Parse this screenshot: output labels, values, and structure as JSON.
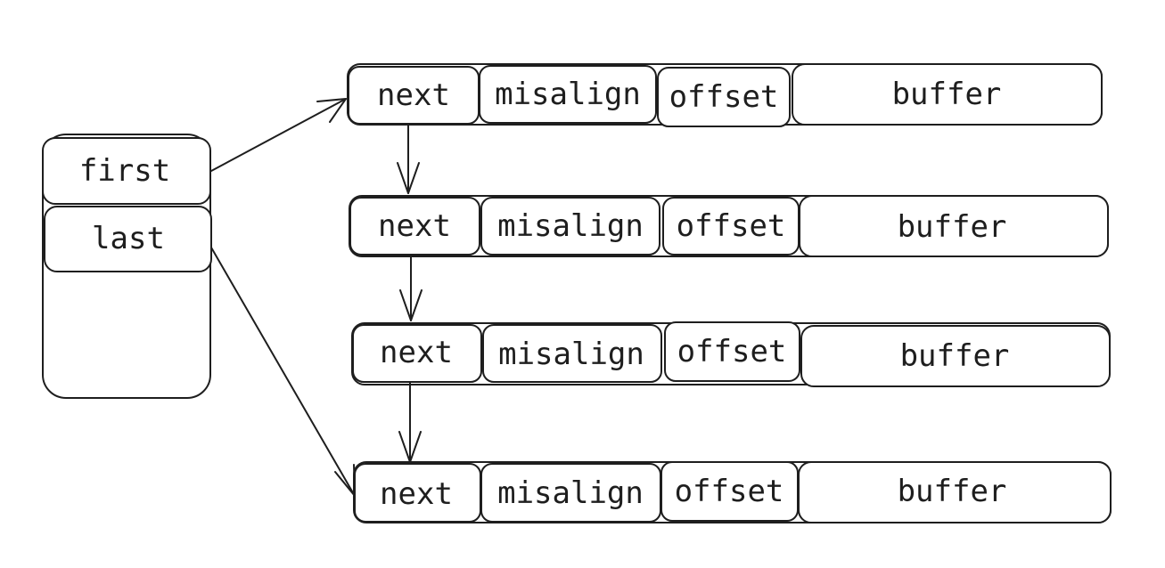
{
  "head": {
    "fields": [
      "first",
      "last"
    ]
  },
  "nodes": [
    {
      "fields": [
        "next",
        "misalign",
        "offset",
        "buffer"
      ]
    },
    {
      "fields": [
        "next",
        "misalign",
        "offset",
        "buffer"
      ]
    },
    {
      "fields": [
        "next",
        "misalign",
        "offset",
        "buffer"
      ]
    },
    {
      "fields": [
        "next",
        "misalign",
        "offset",
        "buffer"
      ]
    }
  ],
  "links": [
    {
      "from": "head.first",
      "to": "nodes.0"
    },
    {
      "from": "head.last",
      "to": "nodes.3"
    },
    {
      "from": "nodes.0.next",
      "to": "nodes.1"
    },
    {
      "from": "nodes.1.next",
      "to": "nodes.2"
    },
    {
      "from": "nodes.2.next",
      "to": "nodes.3"
    }
  ],
  "colors": {
    "stroke": "#1e1e1e",
    "fill": "#ffffff"
  }
}
